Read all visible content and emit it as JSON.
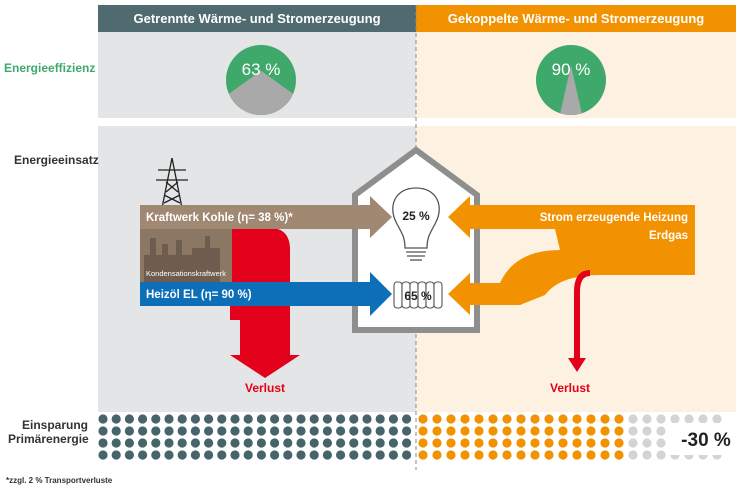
{
  "headers": {
    "left": "Getrennte Wärme- und Stromerzeugung",
    "right": "Gekoppelte Wärme- und Stromerzeugung"
  },
  "row_labels": {
    "efficiency": "Energieeffizienz",
    "input": "Energieeinsatz",
    "savings_line1": "Einsparung",
    "savings_line2": "Primärenergie"
  },
  "efficiency": {
    "left": {
      "label": "63 %",
      "value": 63
    },
    "right": {
      "label": "90 %",
      "value": 90
    }
  },
  "left_side": {
    "coal_arrow": "Kraftwerk Kohle (η= 38 %)*",
    "plant_caption": "Kondensationskraftwerk",
    "oil_arrow": "Heizöl EL  (η= 90 %)",
    "loss": "Verlust"
  },
  "right_side": {
    "arrow_line1": "Strom erzeugende Heizung",
    "arrow_line2": "Erdgas",
    "loss": "Verlust"
  },
  "house": {
    "bulb_value": "25 %",
    "radiator_value": "65 %"
  },
  "savings": {
    "value": "-30 %",
    "dot_rows": 4,
    "left_cols": 24,
    "right_cols": 22,
    "right_orange_cols": 15
  },
  "footnote": "*zzgl. 2 % Transportverluste",
  "colors": {
    "left_header": "#4f6b70",
    "right_header": "#f39200",
    "left_bg": "#e4e5e6",
    "right_bg": "#fdf1e2",
    "green": "#3fa96b",
    "gray": "#a9a9a9",
    "brown": "#a08872",
    "blue": "#0d6fb8",
    "orange": "#f39200",
    "red": "#e2001a",
    "dots_left": "#47646a",
    "dots_right": "#f39200",
    "dots_saved": "#d4d4d4"
  }
}
